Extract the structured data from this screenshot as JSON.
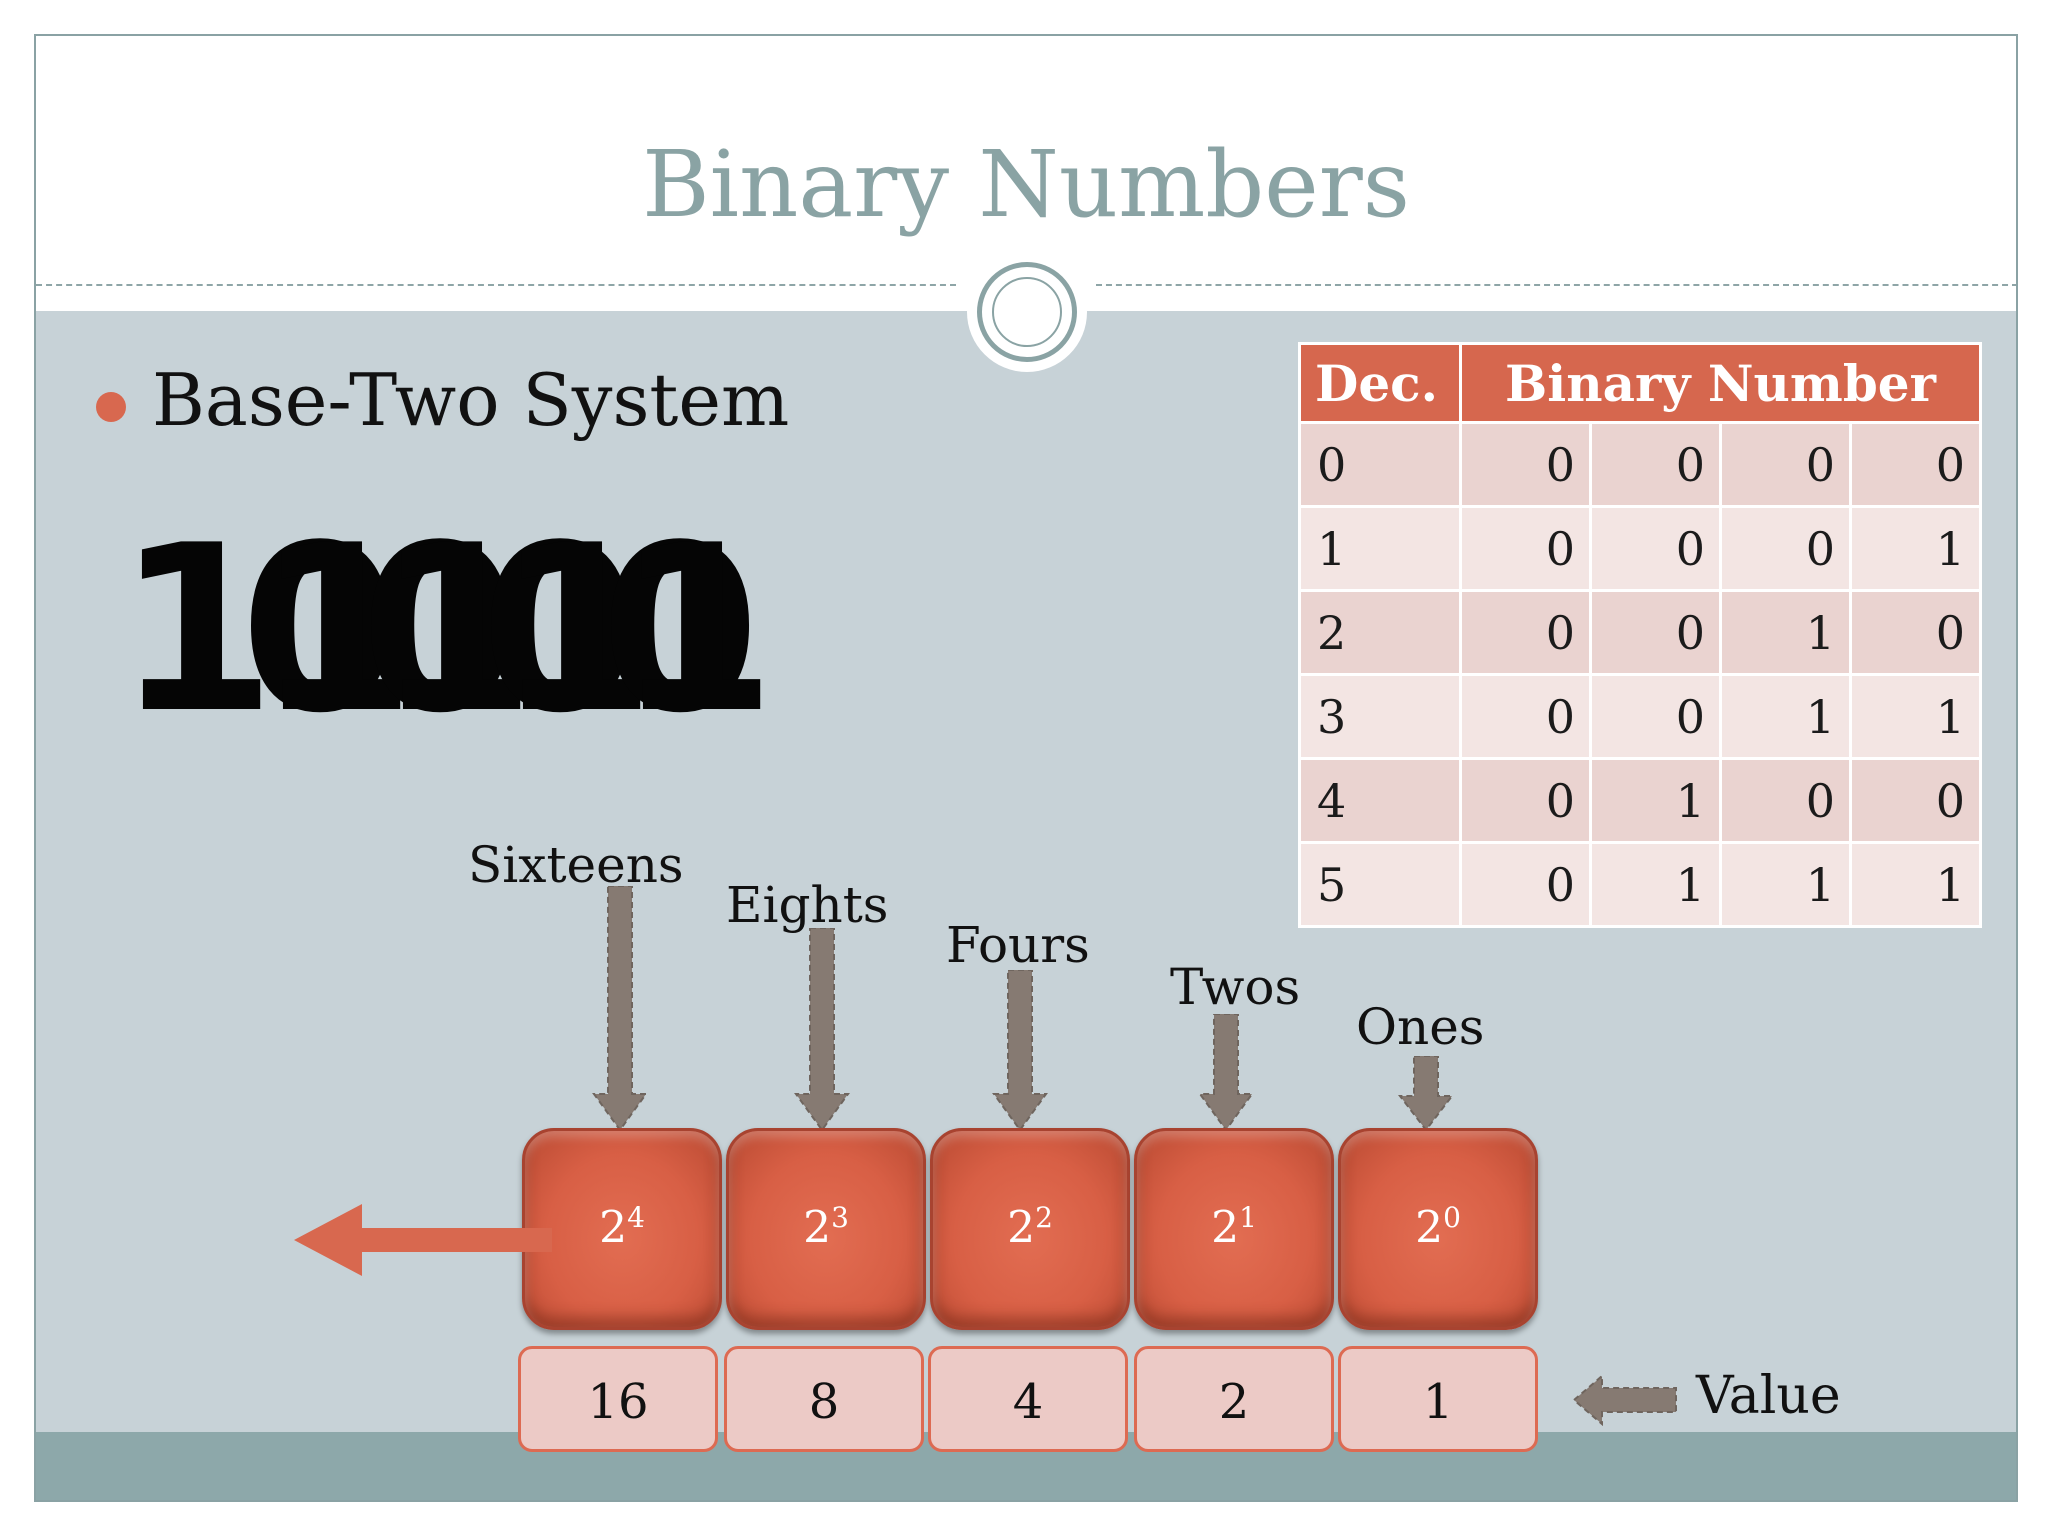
{
  "title": "Binary Numbers",
  "bullet": "Base-Two System",
  "big_number": {
    "digits": [
      "1",
      "0",
      "0",
      "0",
      "0"
    ],
    "overlay": [
      "",
      "1",
      "1",
      "1",
      "1"
    ]
  },
  "table": {
    "headers": [
      "Dec.",
      "Binary Number"
    ],
    "rows": [
      {
        "dec": "0",
        "bits": [
          "0",
          "0",
          "0",
          "0"
        ]
      },
      {
        "dec": "1",
        "bits": [
          "0",
          "0",
          "0",
          "1"
        ]
      },
      {
        "dec": "2",
        "bits": [
          "0",
          "0",
          "1",
          "0"
        ]
      },
      {
        "dec": "3",
        "bits": [
          "0",
          "0",
          "1",
          "1"
        ]
      },
      {
        "dec": "4",
        "bits": [
          "0",
          "1",
          "0",
          "0"
        ]
      },
      {
        "dec": "5",
        "bits": [
          "0",
          "1",
          "1",
          "1"
        ]
      }
    ]
  },
  "places": [
    {
      "name": "Sixteens",
      "base": "2",
      "exp": "4",
      "value": "16"
    },
    {
      "name": "Eights",
      "base": "2",
      "exp": "3",
      "value": "8"
    },
    {
      "name": "Fours",
      "base": "2",
      "exp": "2",
      "value": "4"
    },
    {
      "name": "Twos",
      "base": "2",
      "exp": "1",
      "value": "2"
    },
    {
      "name": "Ones",
      "base": "2",
      "exp": "0",
      "value": "1"
    }
  ],
  "value_label": "Value",
  "colors": {
    "accent": "#d8684f",
    "title": "#8aa3a4",
    "content_bg": "#c7d2d7",
    "footer": "#8da8aa",
    "arrow_gray": "#867a72"
  }
}
